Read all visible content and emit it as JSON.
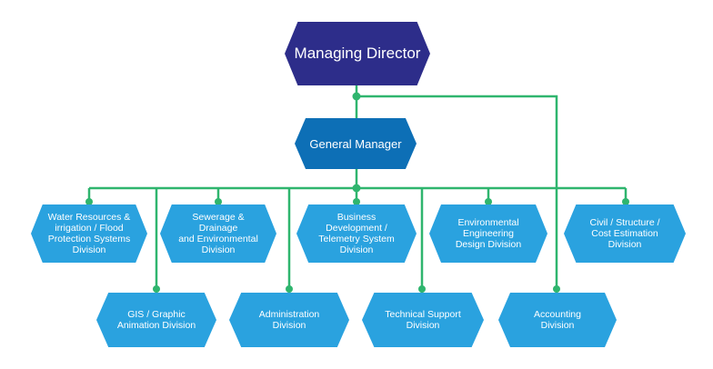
{
  "colors": {
    "connector": "#2fb56e",
    "director_fill": "#2d2d8a",
    "manager_fill": "#0d6fb6",
    "division_fill": "#2aa2df",
    "text": "#ffffff"
  },
  "managing_director": "Managing Director",
  "general_manager": "General Manager",
  "top_row": [
    {
      "label": "Water Resources &\nirrigation / Flood\nProtection Systems\nDivision"
    },
    {
      "label": "Sewerage & Drainage\nand Environmental\nDivision"
    },
    {
      "label": "Business\nDevelopment /\nTelemetry System\nDivision"
    },
    {
      "label": "Environmental\nEngineering\nDesign Division"
    },
    {
      "label": "Civil / Structure /\nCost Estimation\nDivision"
    }
  ],
  "bottom_row": [
    {
      "label": "GIS / Graphic\nAnimation Division"
    },
    {
      "label": "Administration\nDivision"
    },
    {
      "label": "Technical Support\nDivision"
    },
    {
      "label": "Accounting\nDivision"
    }
  ]
}
